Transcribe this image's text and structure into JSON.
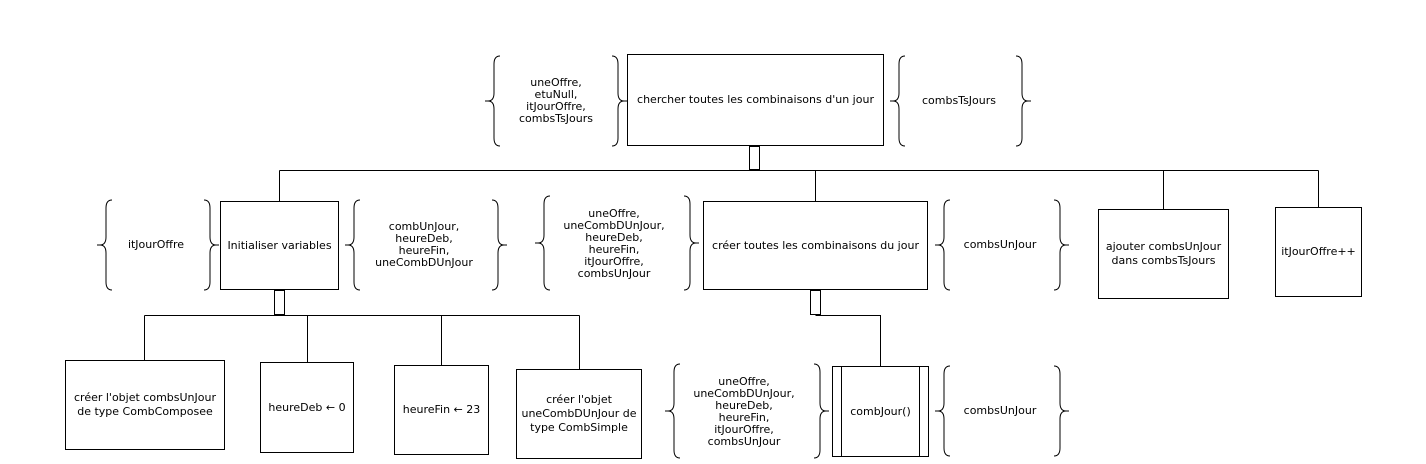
{
  "modules": {
    "root": "chercher toutes les combinaisons d'un jour",
    "init": "Initialiser variables",
    "create_all": "créer toutes les combinaisons du jour",
    "add": "ajouter combsUnJour\ndans combsTsJours",
    "increment": "itJourOffre++",
    "create_comb_un_jour": "créer l'objet combsUnJour\nde type CombComposee",
    "heure_deb": "heureDeb ← 0",
    "heure_fin": "heureFin ← 23",
    "create_un_comb": "créer l'objet\nuneCombDUnJour de\ntype CombSimple",
    "comb_jour": "combJour()"
  },
  "params": {
    "root_in": "uneOffre,\netuNull,\nitJourOffre,\ncombsTsJours",
    "root_out": "combsTsJours",
    "init_in": "itJourOffre",
    "init_out": "combUnJour,\nheureDeb,\nheureFin,\nuneCombDUnJour",
    "create_all_in": "uneOffre,\nuneCombDUnJour,\nheureDeb,\nheureFin,\nitJourOffre,\ncombsUnJour",
    "create_all_out": "combsUnJour",
    "comb_jour_in": "uneOffre,\nuneCombDUnJour,\nheureDeb,\nheureFin,\nitJourOffre,\ncombsUnJour",
    "comb_jour_out": "combsUnJour"
  }
}
